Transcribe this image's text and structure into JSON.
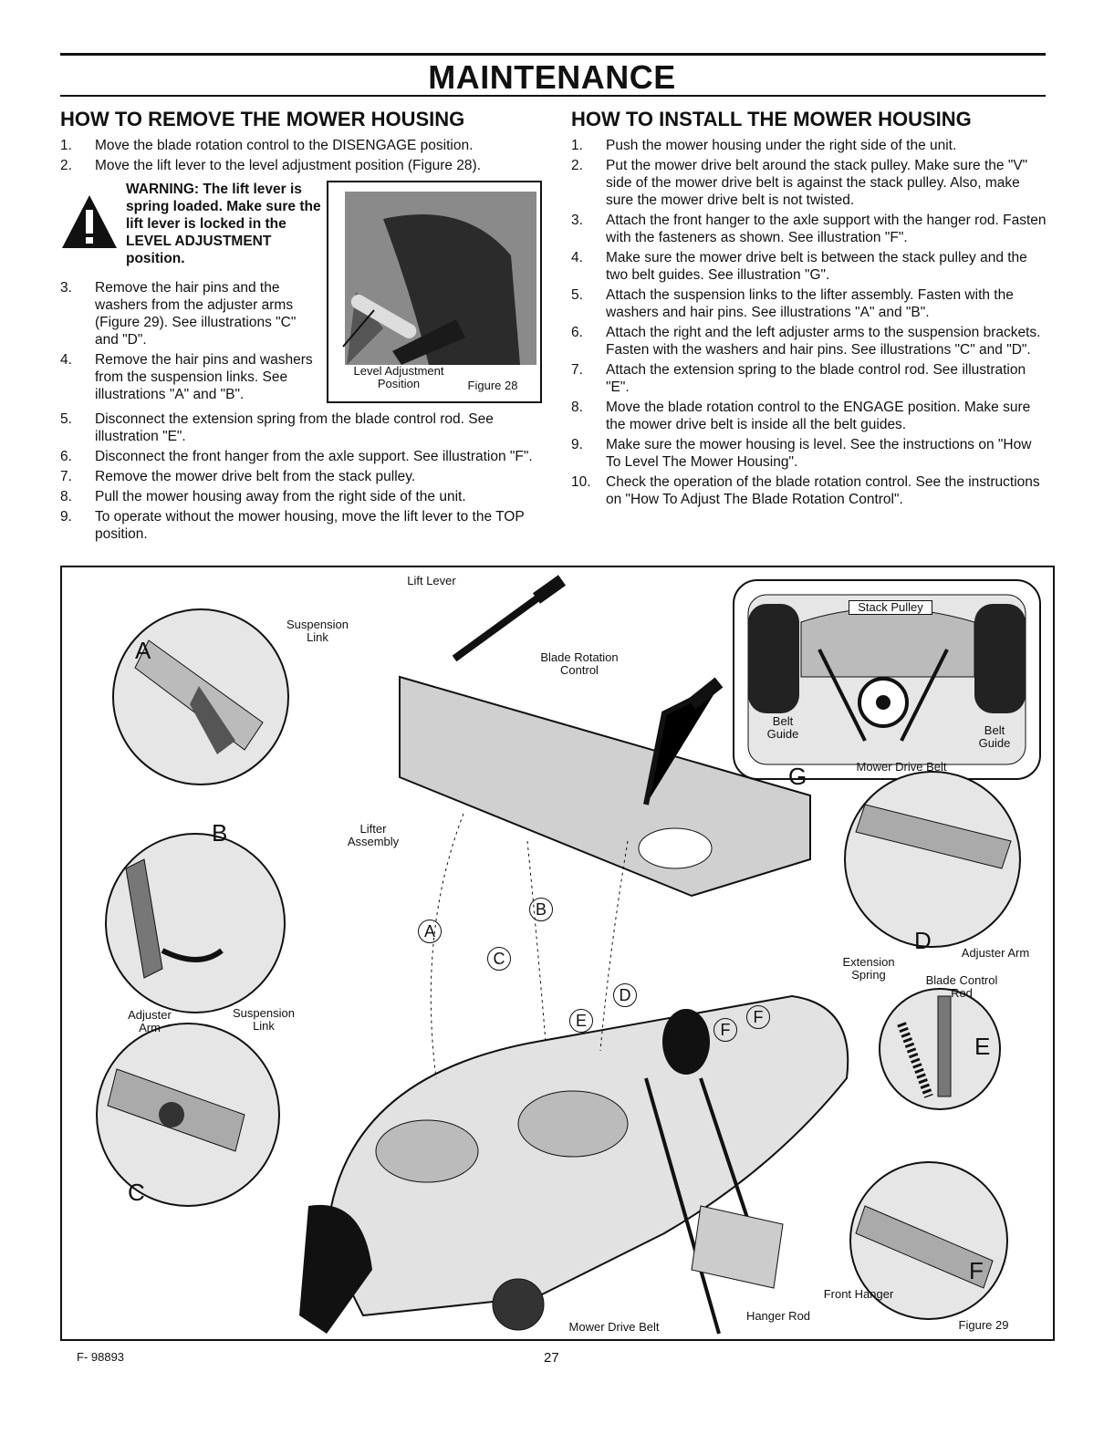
{
  "page": {
    "title": "MAINTENANCE",
    "footer_left": "F- 98893",
    "page_number": "27"
  },
  "remove": {
    "heading": "HOW TO REMOVE THE MOWER HOUSING",
    "steps": [
      {
        "n": "1.",
        "text": "Move the blade rotation control to the DISENGAGE position."
      },
      {
        "n": "2.",
        "text": "Move the lift lever to the level adjustment position (Figure 28)."
      },
      {
        "n": "3.",
        "text": "Remove the hair pins and the washers from the adjuster arms (Figure 29). See illustrations \"C\" and \"D\"."
      },
      {
        "n": "4.",
        "text": "Remove the hair pins and washers from the suspension links. See illustrations \"A\" and \"B\"."
      },
      {
        "n": "5.",
        "text": "Disconnect the extension spring from the blade control rod. See illustration \"E\"."
      },
      {
        "n": "6.",
        "text": "Disconnect the front hanger from the axle support. See illustration \"F\"."
      },
      {
        "n": "7.",
        "text": "Remove the mower drive belt from the stack pulley."
      },
      {
        "n": "8.",
        "text": "Pull the mower housing away from the right side of the unit."
      },
      {
        "n": "9.",
        "text": "To operate without the mower housing, move the lift lever to the TOP position."
      }
    ],
    "warning": "WARNING: The lift lever is spring loaded. Make sure the lift lever is locked in the LEVEL ADJUSTMENT position."
  },
  "install": {
    "heading": "HOW TO INSTALL THE MOWER HOUSING",
    "steps": [
      {
        "n": "1.",
        "text": "Push the mower housing under the right side of the unit."
      },
      {
        "n": "2.",
        "text": "Put the mower drive belt around the stack pulley. Make sure the \"V\" side of the mower drive belt is against the stack pulley. Also, make sure the mower drive belt is not twisted."
      },
      {
        "n": "3.",
        "text": "Attach the front hanger to the axle support with the hanger rod. Fasten with the fasteners as shown. See illustration \"F\"."
      },
      {
        "n": "4.",
        "text": "Make sure the mower drive belt is between the stack pulley and the two belt guides. See illustration \"G\"."
      },
      {
        "n": "5.",
        "text": "Attach the suspension links to the lifter assembly. Fasten with the washers and hair pins. See illustrations \"A\" and \"B\"."
      },
      {
        "n": "6.",
        "text": "Attach the right and the left adjuster arms to the suspension brackets. Fasten with the washers and hair pins. See illustrations \"C\" and \"D\"."
      },
      {
        "n": "7.",
        "text": "Attach the extension spring to the blade control rod. See illustration \"E\"."
      },
      {
        "n": "8.",
        "text": "Move the blade rotation control to the ENGAGE position. Make sure the mower drive belt is inside all the belt guides."
      },
      {
        "n": "9.",
        "text": "Make sure the mower housing is level. See the instructions on \"How To Level The Mower Housing\"."
      },
      {
        "n": "10.",
        "text": "Check the operation of the blade rotation control. See the instructions on \"How To Adjust The Blade Rotation Control\"."
      }
    ]
  },
  "figure28": {
    "label_position": "Level Adjustment Position",
    "caption": "Figure 28"
  },
  "figure29": {
    "caption": "Figure 29",
    "labels": {
      "lift_lever": "Lift Lever",
      "suspension_link_a": "Suspension Link",
      "blade_rotation_control": "Blade Rotation Control",
      "stack_pulley": "Stack Pulley",
      "belt_guide_left": "Belt Guide",
      "belt_guide_right": "Belt Guide",
      "mower_drive_belt_g": "Mower Drive Belt",
      "lifter_assembly": "Lifter Assembly",
      "adjuster_arm_c": "Adjuster Arm",
      "suspension_link_b": "Suspension Link",
      "extension_spring": "Extension Spring",
      "blade_control_rod": "Blade Control Rod",
      "adjuster_arm_d": "Adjuster Arm",
      "front_hanger": "Front Hanger",
      "hanger_rod": "Hanger Rod",
      "mower_drive_belt": "Mower Drive Belt"
    },
    "callouts": [
      "A",
      "B",
      "C",
      "D",
      "E",
      "F",
      "G"
    ],
    "circled": [
      "A",
      "B",
      "C",
      "D",
      "E",
      "F",
      "F"
    ]
  }
}
